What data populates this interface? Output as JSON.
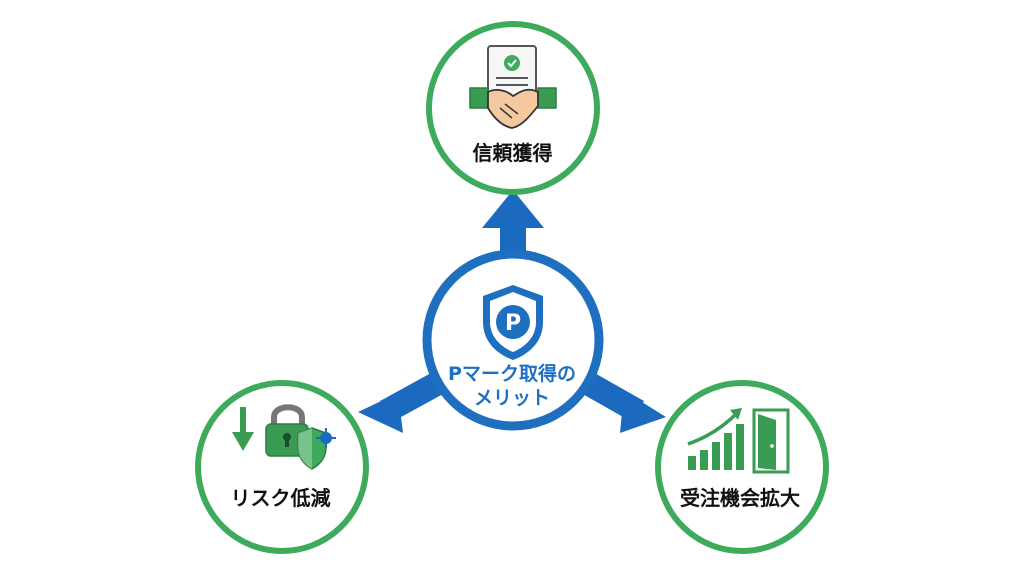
{
  "center": {
    "line1": "Pマーク取得の",
    "line2": "メリット",
    "icon": "shield-p-icon"
  },
  "nodes": {
    "top": {
      "label": "信頼獲得",
      "icon": "handshake-certificate-icon"
    },
    "left": {
      "label": "リスク低減",
      "icon": "lock-shield-down-arrow-icon"
    },
    "right": {
      "label": "受注機会拡大",
      "icon": "growth-chart-door-icon"
    }
  },
  "colors": {
    "center_blue": "#1f6fc1",
    "arrow_blue": "#1c6abf",
    "node_green": "#3daa5c",
    "icon_green": "#3a9b52"
  }
}
